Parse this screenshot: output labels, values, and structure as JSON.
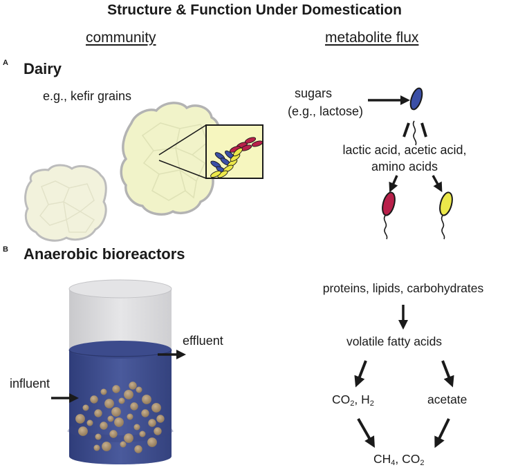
{
  "figure": {
    "title": "Structure & Function Under Domestication",
    "col_left": "community",
    "col_right": "metabolite flux"
  },
  "panel_a": {
    "letter": "A",
    "title": "Dairy",
    "example": "e.g., kefir grains",
    "input_line1": "sugars",
    "input_line2": "(e.g., lactose)",
    "products_line1": "lactic acid, acetic acid,",
    "products_line2": "amino acids",
    "colors": {
      "grain_fill": "#f3f3d6",
      "grain_edge": "#b9b9b9",
      "inset_bg": "#f6f6bf",
      "blue_cell": "#3b4fa6",
      "red_cell": "#b8204a",
      "yellow_cell": "#ece84a"
    }
  },
  "panel_b": {
    "letter": "B",
    "title": "Anaerobic bioreactors",
    "influent": "influent",
    "effluent": "effluent",
    "granules": "granules",
    "substrates": "proteins, lipids, carbohydrates",
    "vfa": "volatile fatty acids",
    "co2_h2": {
      "a": "CO",
      "a_sub": "2",
      "b": ", H",
      "b_sub": "2"
    },
    "acetate": "acetate",
    "final": {
      "a": "CH",
      "a_sub": "4",
      "b": ", CO",
      "b_sub": "2"
    },
    "colors": {
      "reactor_liquid": "#3f4f8f",
      "reactor_wall": "#d9d9db",
      "granule": "#a0896a"
    }
  }
}
